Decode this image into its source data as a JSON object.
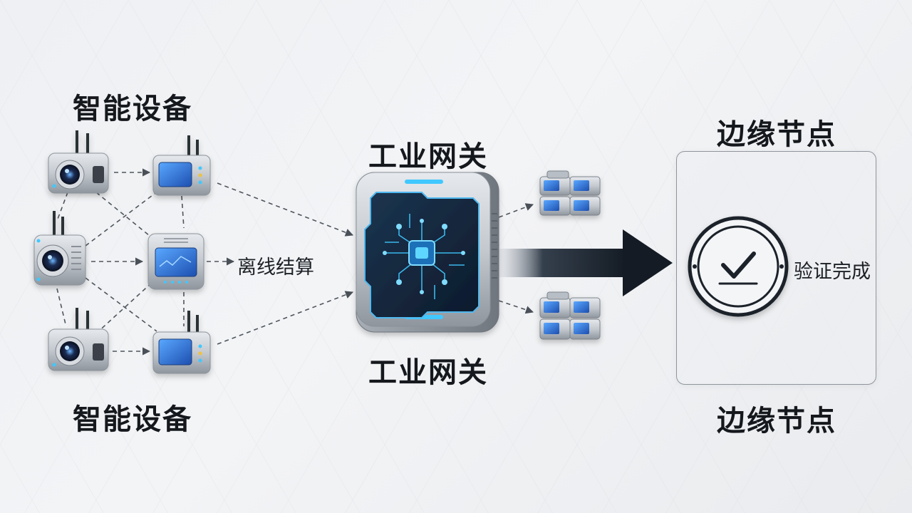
{
  "labels": {
    "devices_top": "智能设备",
    "devices_bottom": "智能设备",
    "gateway_top": "工业网关",
    "gateway_bottom": "工业网关",
    "edge_top": "边缘节点",
    "edge_bottom": "边缘节点",
    "offline_settlement": "离线结算",
    "verify_complete": "验证完成"
  },
  "colors": {
    "screen_blue": "#2f6fd6",
    "accent_cyan": "#3fc8ff",
    "arrow_dark": "#1c2530",
    "device_body": "#c6cbd1"
  },
  "icons": {
    "devices": [
      "camera-device-icon",
      "screen-device-icon",
      "antenna-icon"
    ],
    "gateway": "circuit-gateway-icon",
    "edge": "server-stack-icon",
    "verify": "checkmark-seal-icon"
  }
}
